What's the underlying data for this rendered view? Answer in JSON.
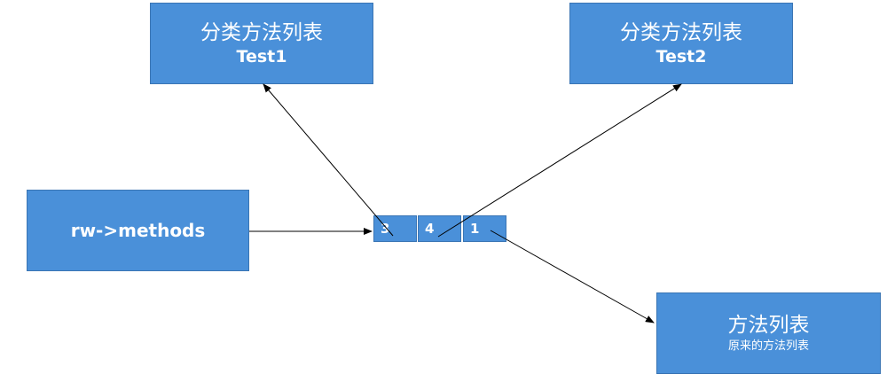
{
  "category_list_1": {
    "title": "分类方法列表",
    "subtitle": "Test1"
  },
  "category_list_2": {
    "title": "分类方法列表",
    "subtitle": "Test2"
  },
  "rw_methods": {
    "label": "rw->methods"
  },
  "method_array": {
    "cells": [
      "3",
      "4",
      "1"
    ]
  },
  "original_list": {
    "title": "方法列表",
    "subtitle": "原来的方法列表"
  },
  "colors": {
    "box_fill": "#4a90d9",
    "box_border": "#3a75b4",
    "text": "#ffffff",
    "arrow": "#000000"
  }
}
